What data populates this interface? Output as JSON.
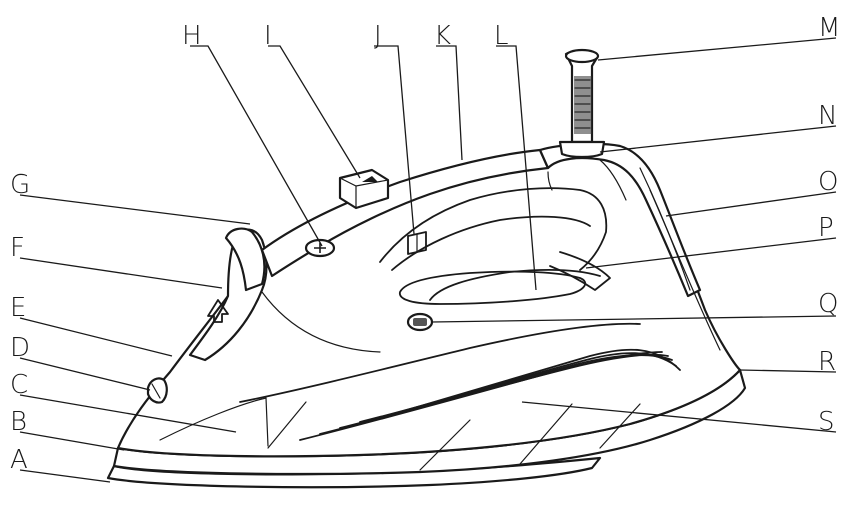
{
  "diagram": {
    "labels": {
      "A": "A",
      "B": "B",
      "C": "C",
      "D": "D",
      "E": "E",
      "F": "F",
      "G": "G",
      "H": "H",
      "I": "I",
      "J": "J",
      "K": "K",
      "L": "L",
      "M": "M",
      "N": "N",
      "O": "O",
      "P": "P",
      "Q": "Q",
      "R": "R",
      "S": "S"
    }
  }
}
